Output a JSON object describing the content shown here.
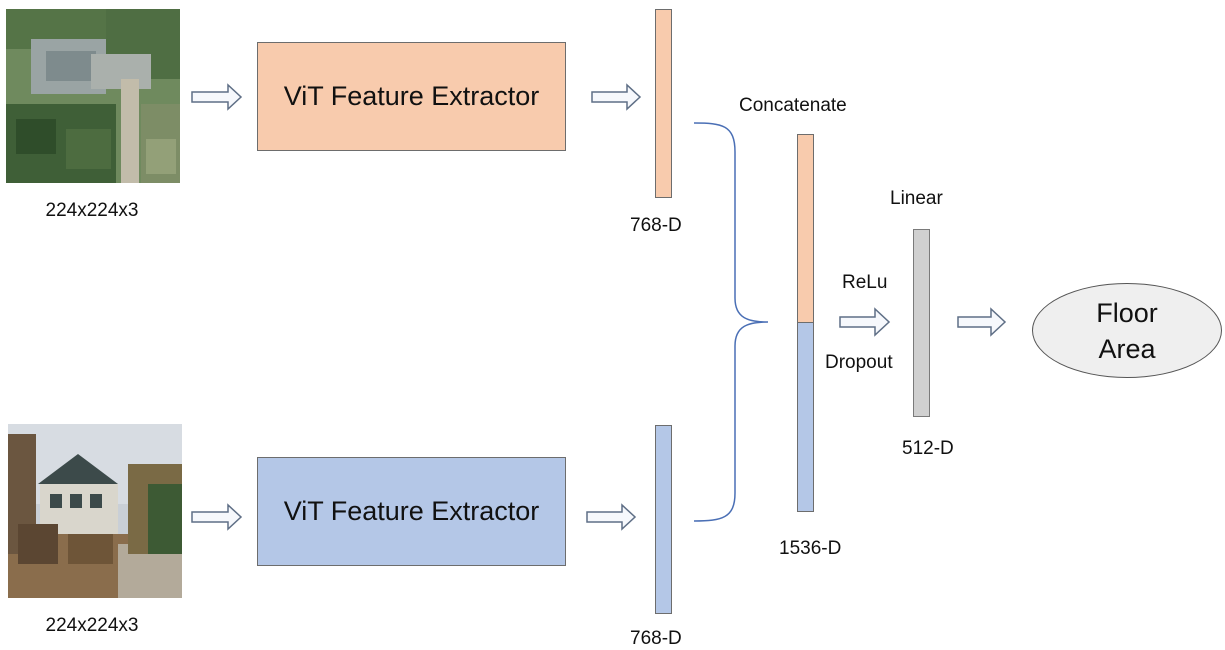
{
  "inputs": {
    "aerial": {
      "size": "224x224x3",
      "icon": "aerial-house-image"
    },
    "street": {
      "size": "224x224x3",
      "icon": "street-house-image"
    }
  },
  "extractors": {
    "top": {
      "label": "ViT Feature Extractor",
      "color": "#f8cbad"
    },
    "bottom": {
      "label": "ViT Feature Extractor",
      "color": "#b4c7e7"
    }
  },
  "features": {
    "top_dim": "768-D",
    "bottom_dim": "768-D"
  },
  "fusion": {
    "label": "Concatenate",
    "dim": "1536-D"
  },
  "head": {
    "activation": "ReLu",
    "dropout": "Dropout",
    "linear": "Linear",
    "dim": "512-D",
    "color": "#d0d0d0"
  },
  "output": {
    "line1": "Floor",
    "line2": "Area"
  }
}
